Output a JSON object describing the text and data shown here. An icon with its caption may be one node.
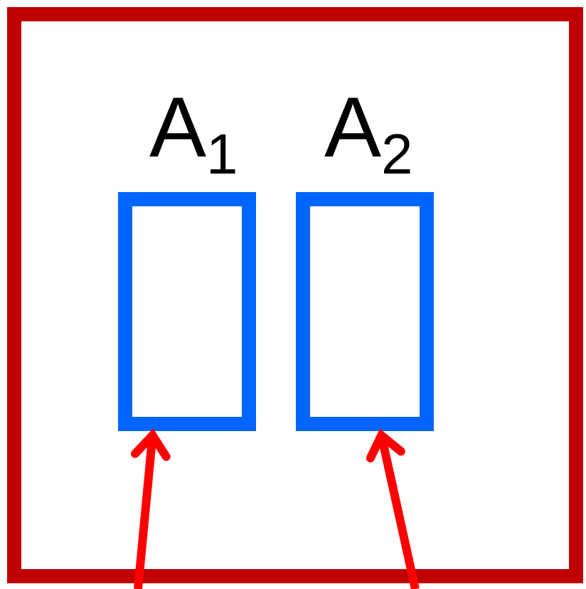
{
  "diagram": {
    "nodes": [
      {
        "text": [],
        "shape": "box"
      },
      {
        "text": [],
        "shape": "box",
        "beside": [
          "A$_{1}$"
        ],
        "in": 0
      },
      {
        "text": [],
        "shape": "box",
        "beside": [
          "A$_{2}$"
        ],
        "in": 0
      }
    ],
    "edges": [
      {
        "from": null,
        "to": 1,
        "arrow": "to"
      },
      {
        "from": null,
        "to": 2,
        "arrow": "to"
      }
    ]
  }
}
